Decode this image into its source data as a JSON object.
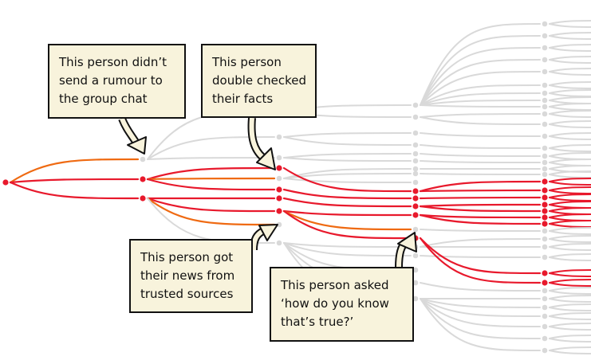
{
  "colors": {
    "red": "#e8192c",
    "grey": "#d9d9d9",
    "orange": "#ef6a12",
    "callout_fill": "#f8f3dc"
  },
  "callouts": [
    {
      "lines": [
        "This person didn’t",
        "send a rumour to",
        "the group chat"
      ]
    },
    {
      "lines": [
        "This person",
        "double checked",
        "their facts"
      ]
    },
    {
      "lines": [
        "This person got",
        "their news from",
        "trusted sources"
      ]
    },
    {
      "lines": [
        "This person asked",
        "‘how do you know",
        "that’s true?’"
      ]
    }
  ],
  "network": {
    "levels": [
      [
        {
          "s": "red"
        }
      ],
      [
        {
          "s": "grey",
          "p": 0,
          "e": "orange"
        },
        {
          "s": "red",
          "p": 0,
          "e": "red"
        },
        {
          "s": "red",
          "p": 0,
          "e": "red"
        }
      ],
      [
        {
          "s": "grey",
          "p": 0
        },
        {
          "s": "grey",
          "p": 0
        },
        {
          "s": "grey",
          "p": 0
        },
        {
          "s": "red",
          "p": 1,
          "e": "red"
        },
        {
          "s": "grey",
          "p": 1,
          "e": "orange"
        },
        {
          "s": "red",
          "p": 1,
          "e": "red"
        },
        {
          "s": "red",
          "p": 2,
          "e": "red"
        },
        {
          "s": "red",
          "p": 2,
          "e": "red"
        },
        {
          "s": "grey",
          "p": 2,
          "e": "orange"
        },
        {
          "s": "grey",
          "p": 2
        }
      ]
    ]
  }
}
